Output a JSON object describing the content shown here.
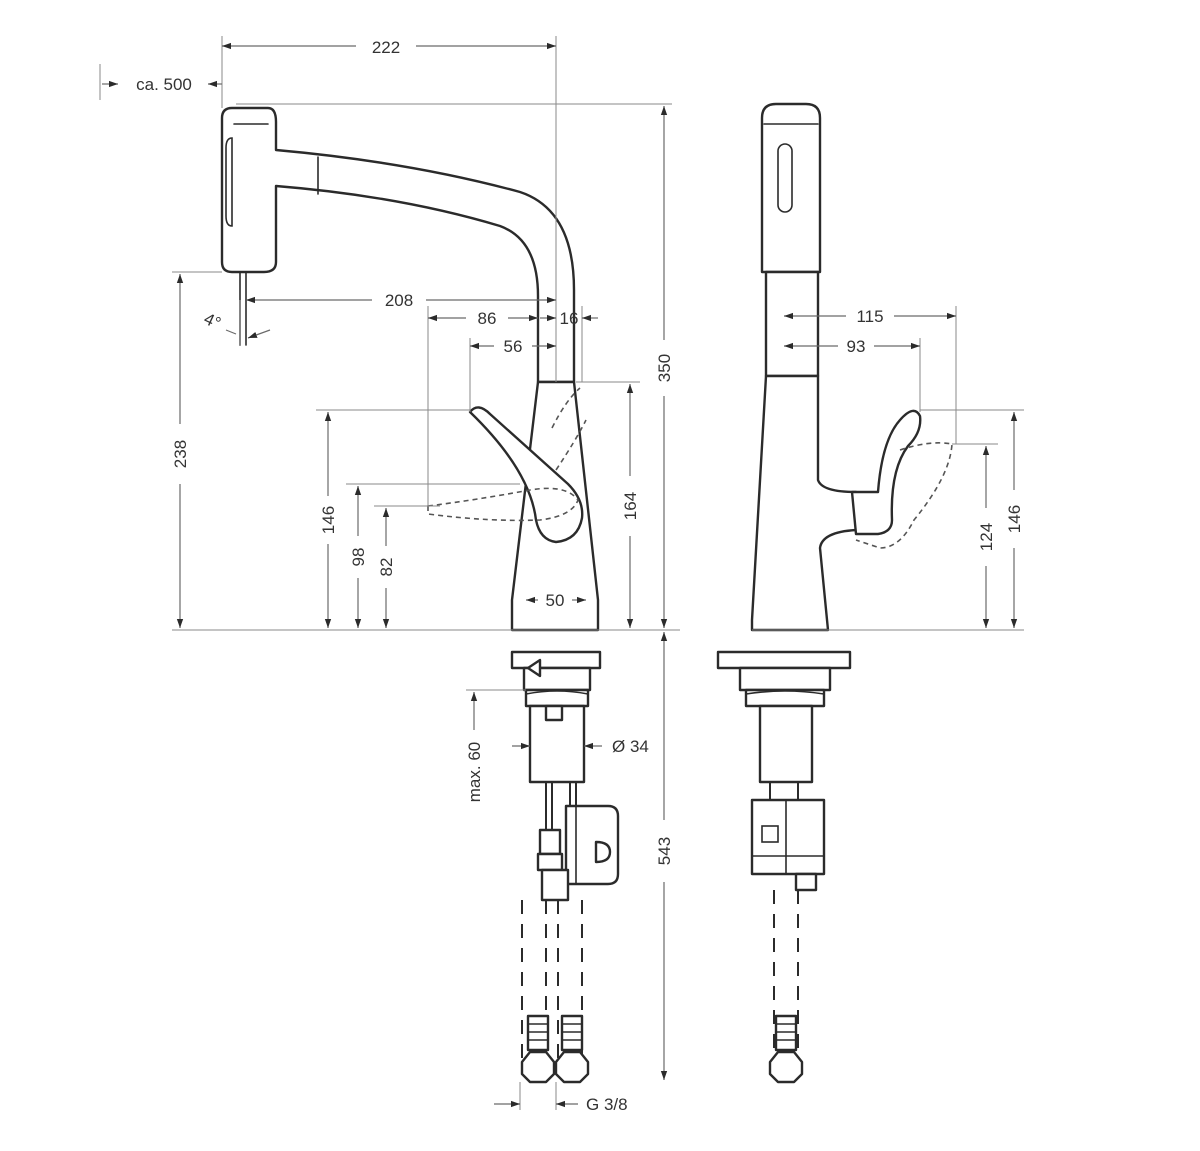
{
  "dimensions": {
    "d_222": "222",
    "d_ca500": "ca. 500",
    "d_350": "350",
    "d_238": "238",
    "d_208": "208",
    "d_86": "86",
    "d_16": "16",
    "d_56": "56",
    "d_146_left": "146",
    "d_98": "98",
    "d_82": "82",
    "d_164": "164",
    "d_50": "50",
    "d_4deg": "4°",
    "d_max60": "max. 60",
    "d_dia34": "Ø 34",
    "d_543": "543",
    "d_g38": "G 3/8",
    "d_115": "115",
    "d_93": "93",
    "d_124": "124",
    "d_146_right": "146"
  },
  "colors": {
    "line": "#2b2b2b",
    "dimension_line": "#6a6a6a",
    "background": "#ffffff"
  }
}
